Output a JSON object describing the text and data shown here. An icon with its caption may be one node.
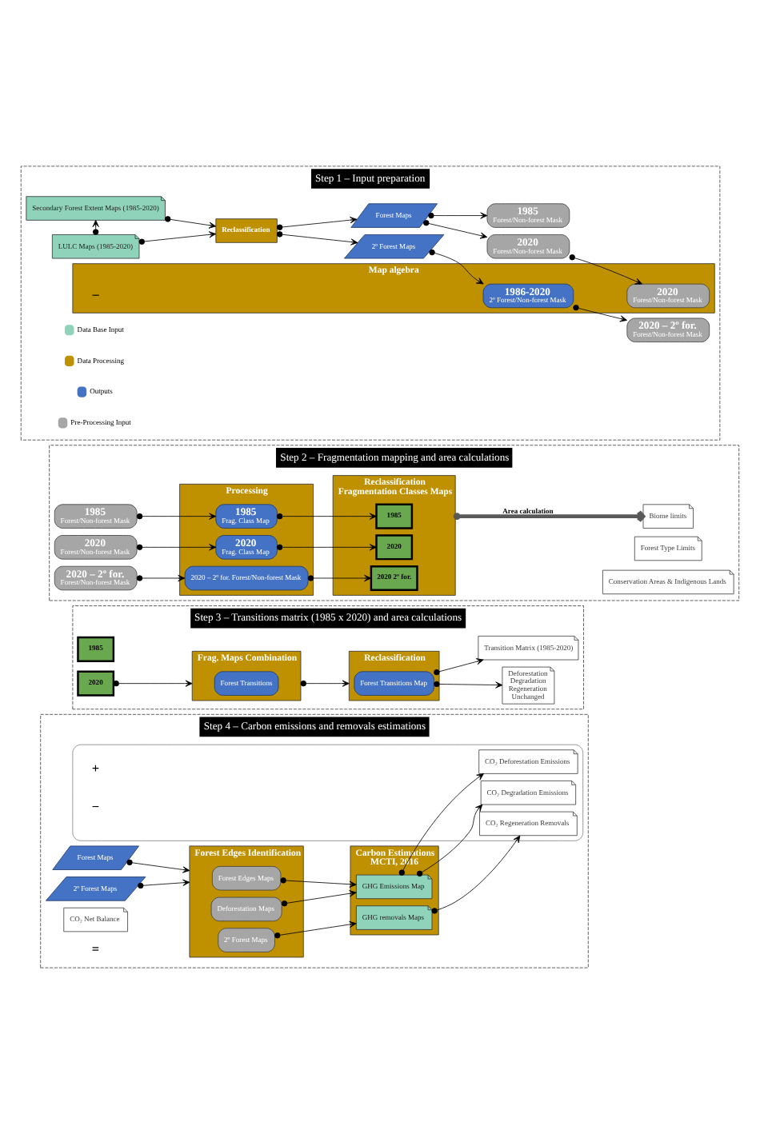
{
  "diagram": {
    "nodes": [
      {
        "text": [
          "Step 1 – Input preparation"
        ]
      },
      {
        "text": [
          "LULC Maps (1985-2020)"
        ],
        "in": 0
      },
      {
        "text": [
          "Secondary Forest Extent Maps (1985-2020)"
        ],
        "in": 0
      },
      {
        "text": [
          "Reclassification"
        ],
        "in": 0
      },
      {
        "text": [
          "2º Forest Maps"
        ],
        "in": 0
      },
      {
        "text": [
          "Forest Maps"
        ],
        "in": 0
      },
      {
        "text": [
          "Map algebra"
        ],
        "in": 0
      },
      {
        "text": [
          "2020",
          "Forest/Non-forest Mask"
        ],
        "in": 6
      },
      {
        "text": [
          "1986-2020",
          "2º Forest/Non-forest Mask"
        ],
        "in": 6
      },
      {
        "text": [
          "1985",
          "Forest/Non-forest Mask"
        ],
        "in": 0
      },
      {
        "text": [
          "2020",
          "Forest/Non-forest Mask"
        ],
        "in": 0
      },
      {
        "text": [
          "2020 – 2º for.",
          "Forest/Non-forest Mask"
        ],
        "in": 0
      },
      {
        "text": [
          "Step 2 – Fragmentation mapping and area calculations"
        ]
      },
      {
        "text": [
          "1985",
          "Forest/Non-forest Mask"
        ],
        "in": 12
      },
      {
        "text": [
          "2020",
          "Forest/Non-forest Mask"
        ],
        "in": 12
      },
      {
        "text": [
          "2020 – 2º for.",
          "Forest/Non-forest Mask"
        ],
        "in": 12
      },
      {
        "text": [
          "Processing"
        ],
        "in": 12
      },
      {
        "text": [
          "1985",
          "Frag. Class Map"
        ],
        "in": 16
      },
      {
        "text": [
          "2020",
          "Frag. Class Map"
        ],
        "in": 16
      },
      {
        "text": [
          "2020 – 2º for. Forest/Non-forest Mask"
        ],
        "in": 16
      },
      {
        "text": [
          "Reclassification",
          "Fragmentation Classes Maps"
        ],
        "in": 12
      },
      {
        "text": [
          "1985"
        ],
        "in": 20
      },
      {
        "text": [
          "2020"
        ],
        "in": 20
      },
      {
        "text": [
          "2020 2º for."
        ],
        "in": 20
      },
      {
        "text": [
          "Biome limits"
        ],
        "in": 12
      },
      {
        "text": [
          "Forest Type Limits"
        ],
        "in": 12
      },
      {
        "text": [
          "Conservation Areas & Indigenous Lands"
        ],
        "in": 12
      },
      {
        "text": [
          "Step 3 – Transitions matrix (1985 x 2020) and area calculations"
        ]
      },
      {
        "text": [
          "1985"
        ],
        "in": 27
      },
      {
        "text": [
          "2020"
        ],
        "in": 27
      },
      {
        "text": [
          "Frag. Maps Combination"
        ],
        "in": 27
      },
      {
        "text": [
          "Forest Transitions"
        ],
        "in": 30
      },
      {
        "text": [
          "Reclassification"
        ],
        "in": 27
      },
      {
        "text": [
          "Forest Transitions Map"
        ],
        "in": 32
      },
      {
        "text": [
          "Transition Matrix (1985-2020)"
        ],
        "in": 27
      },
      {
        "text": [
          "Deforestation",
          "Degradation",
          "Regeneration",
          "Unchanged"
        ],
        "in": 27
      },
      {
        "text": [
          "Step 4 – Carbon emissions and removals estimations"
        ]
      },
      {
        "text": [
          "Forest Maps"
        ],
        "in": 36
      },
      {
        "text": [
          "2º Forest Maps"
        ],
        "in": 36
      },
      {
        "text": [
          "Forest Edges Identification"
        ],
        "in": 36
      },
      {
        "text": [
          "Forest Edges Maps"
        ],
        "in": 39
      },
      {
        "text": [
          "Deforestation Maps"
        ],
        "in": 39
      },
      {
        "text": [
          "2º Forest Maps"
        ],
        "in": 39
      },
      {
        "text": [
          "Carbon Estimations",
          "MCTI, 2016"
        ],
        "in": 36
      },
      {
        "text": [
          "GHG Emissions Map"
        ],
        "in": 43
      },
      {
        "text": [
          "GHG removals Maps"
        ],
        "in": 43
      },
      {
        "text": [],
        "shape": "box",
        "in": 36
      },
      {
        "text": [
          "CO₂ Degradation Emissions"
        ],
        "in": 46
      },
      {
        "text": [
          "CO₂ Deforestation Emissions"
        ],
        "in": 46
      },
      {
        "text": [
          "CO₂ Regeneration Removals"
        ],
        "in": 46
      },
      {
        "text": [
          "CO₂ Net Balance"
        ],
        "in": 36
      }
    ],
    "edges": [
      {
        "from": 1,
        "to": 3,
        "arrow": "to"
      },
      {
        "from": 1,
        "to": 2,
        "arrow": "to"
      },
      {
        "from": 2,
        "to": 3,
        "arrow": "to"
      },
      {
        "from": 3,
        "to": 4,
        "arrow": "to"
      },
      {
        "from": 3,
        "to": 5,
        "arrow": "to"
      },
      {
        "from": 4,
        "to": 8,
        "arrow": "to"
      },
      {
        "from": 5,
        "to": 9,
        "arrow": "to"
      },
      {
        "from": 5,
        "to": 10,
        "arrow": "to"
      },
      {
        "from": 10,
        "to": 7,
        "arrow": "to"
      },
      {
        "from": 8,
        "to": 11,
        "arrow": "to"
      },
      {
        "from": 13,
        "to": 17,
        "arrow": "to"
      },
      {
        "from": 14,
        "to": 18,
        "arrow": "to"
      },
      {
        "from": 15,
        "to": 19,
        "arrow": "to"
      },
      {
        "from": 17,
        "to": 21,
        "arrow": "to"
      },
      {
        "from": 18,
        "to": 22,
        "arrow": "to"
      },
      {
        "from": 19,
        "to": 23,
        "arrow": "to"
      },
      {
        "from": 20,
        "to": 24,
        "arrow": "to",
        "label": "Area calculation",
        "style": "thick",
        "color": "#595959"
      },
      {
        "from": 29,
        "to": 30,
        "arrow": "to"
      },
      {
        "from": 30,
        "to": 32,
        "arrow": "to"
      },
      {
        "from": 33,
        "to": 34,
        "arrow": "to"
      },
      {
        "from": 33,
        "to": 35,
        "arrow": "to"
      },
      {
        "from": 37,
        "to": 39,
        "arrow": "to"
      },
      {
        "from": 38,
        "to": 39,
        "arrow": "to"
      },
      {
        "from": 40,
        "to": 44,
        "arrow": "to"
      },
      {
        "from": 41,
        "to": 44,
        "arrow": "to"
      },
      {
        "from": 42,
        "to": 45,
        "arrow": "to"
      },
      {
        "from": 44,
        "to": 47,
        "arrow": "to"
      },
      {
        "from": 44,
        "to": 48,
        "arrow": "to"
      },
      {
        "from": 45,
        "to": 49,
        "arrow": "to"
      }
    ],
    "labels": [
      "–",
      "+",
      "−",
      "="
    ],
    "legend": [
      {
        "text": "Data Base Input",
        "color": "#8fd3bb"
      },
      {
        "text": "Data Processing",
        "color": "#bf9000"
      },
      {
        "text": "Outputs",
        "color": "#4472c4"
      },
      {
        "text": "Pre-Processing Input",
        "color": "#a6a6a6"
      }
    ]
  }
}
